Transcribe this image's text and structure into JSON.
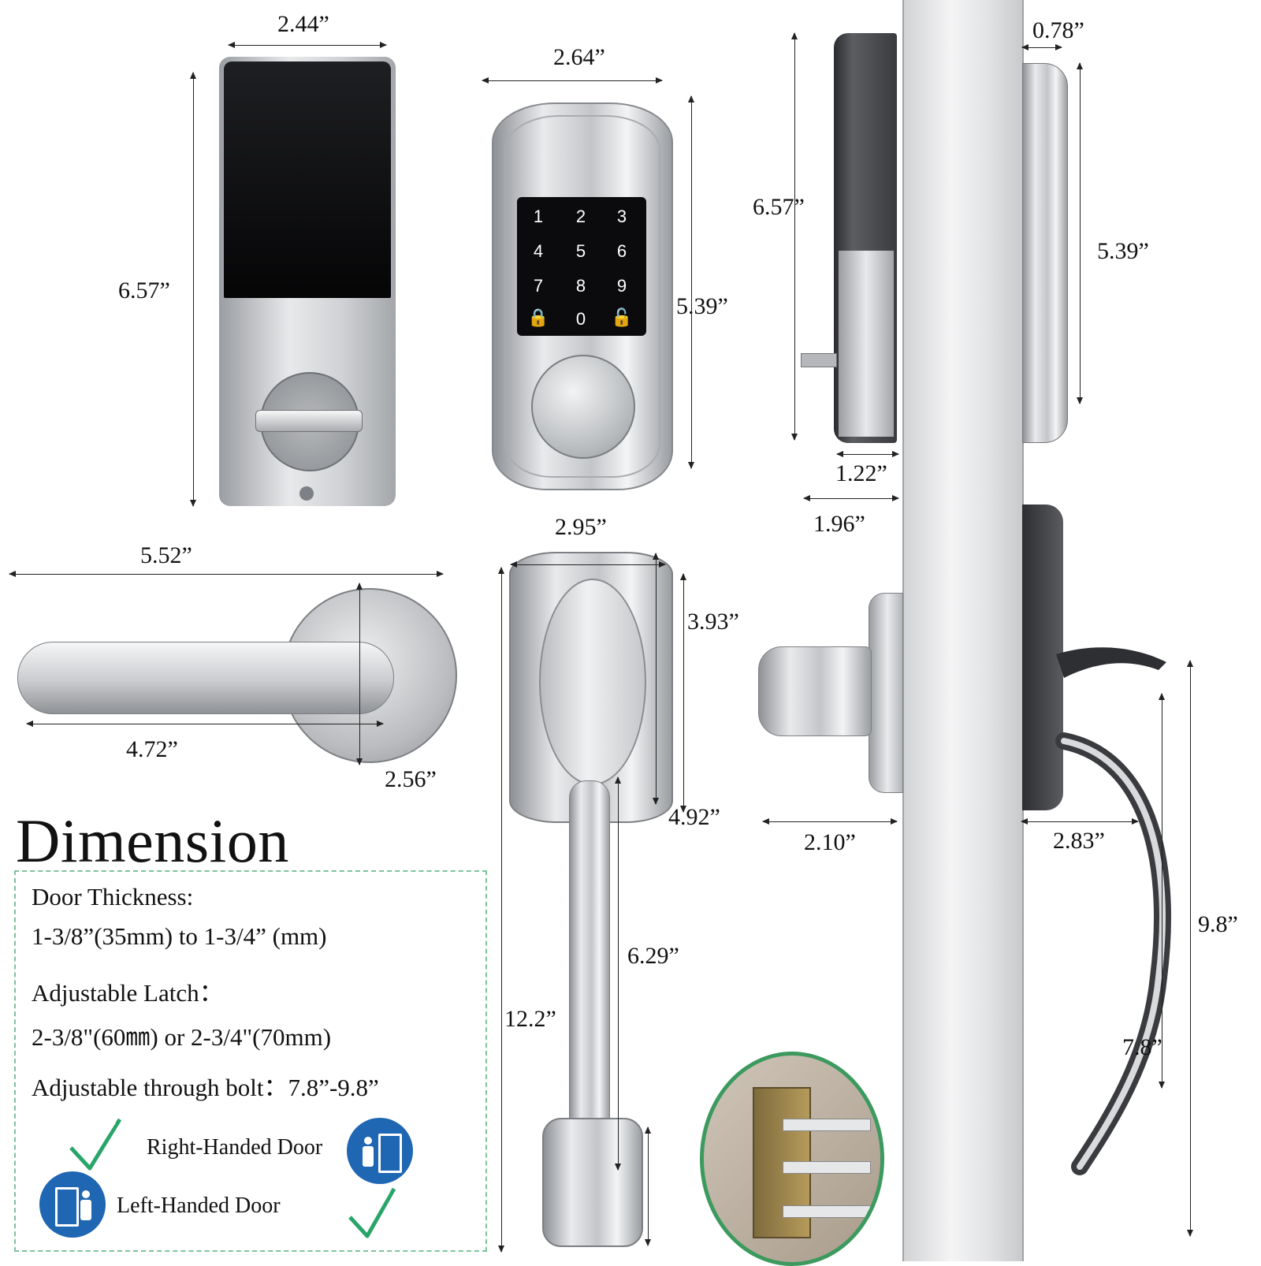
{
  "title": "Dimension",
  "info": {
    "door_thickness_label": "Door Thickness:",
    "door_thickness_value": "1-3/8”(35mm) to 1-3/4” (mm)",
    "latch_label": "Adjustable Latch：",
    "latch_value": "2-3/8\"(60㎜) or 2-3/4\"(70mm)",
    "bolt_label": "Adjustable through bolt：7.8”-9.8”",
    "right_handed": "Right-Handed Door",
    "left_handed": "Left-Handed Door"
  },
  "keypad": {
    "keys": [
      "1",
      "2",
      "3",
      "4",
      "5",
      "6",
      "7",
      "8",
      "9",
      "0"
    ]
  },
  "dimensions": {
    "rear_width": "2.44”",
    "rear_height": "6.57”",
    "front_width": "2.64”",
    "front_height": "5.39”",
    "side_height": "6.57”",
    "side_depth": "0.78”",
    "side_right_height": "5.39”",
    "side_bottom_1": "1.22”",
    "side_bottom_2": "1.96”",
    "lever_width": "5.52”",
    "lever_inner": "4.72”",
    "lever_rose": "2.56”",
    "handle_width": "2.95”",
    "handle_plate": "3.93”",
    "handle_plate_full": "4.92”",
    "handle_grip": "6.29”",
    "handle_total": "12.2”",
    "side_lever": "2.10”",
    "side_handle": "2.83”",
    "bolt_max": "9.8”",
    "bolt_min": "7.8”"
  }
}
